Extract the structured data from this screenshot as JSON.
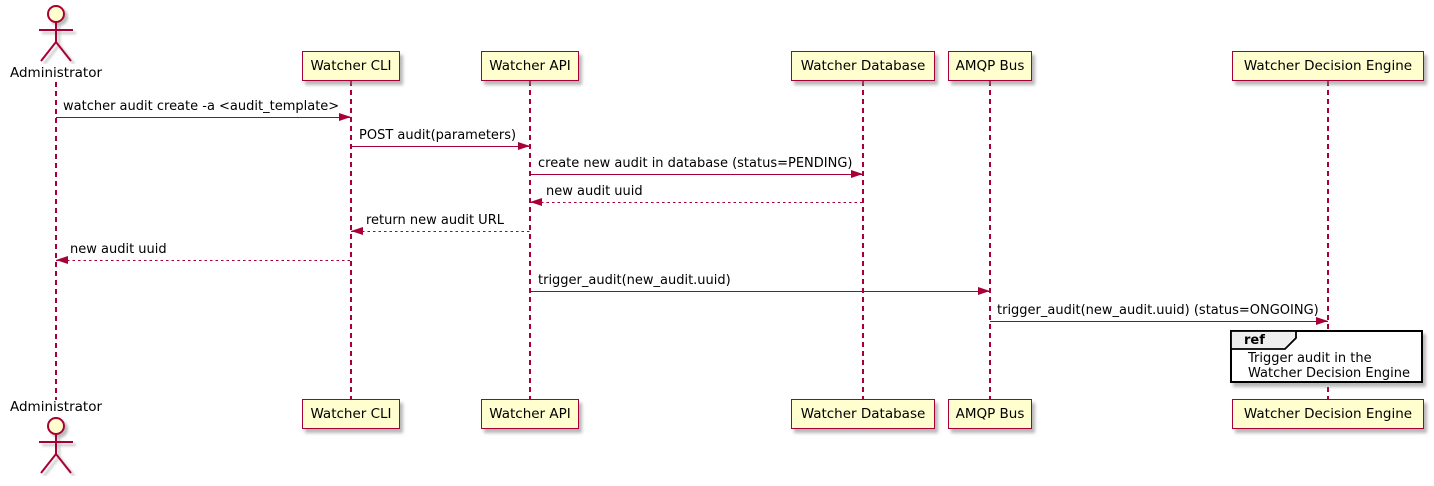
{
  "diagram": {
    "type": "sequence-diagram",
    "actor": {
      "name": "Administrator"
    },
    "participants": [
      "Watcher CLI",
      "Watcher API",
      "Watcher Database",
      "AMQP Bus",
      "Watcher Decision Engine"
    ],
    "messages": [
      {
        "from": "Administrator",
        "to": "Watcher CLI",
        "style": "solid",
        "text": "watcher audit create -a <audit_template>"
      },
      {
        "from": "Watcher CLI",
        "to": "Watcher API",
        "style": "solid",
        "text": "POST audit(parameters)"
      },
      {
        "from": "Watcher API",
        "to": "Watcher Database",
        "style": "solid",
        "text": "create new audit in database (status=PENDING)"
      },
      {
        "from": "Watcher Database",
        "to": "Watcher API",
        "style": "dotted",
        "text": "new audit uuid"
      },
      {
        "from": "Watcher API",
        "to": "Watcher CLI",
        "style": "dotted",
        "text": "return new audit URL"
      },
      {
        "from": "Watcher CLI",
        "to": "Administrator",
        "style": "dotted",
        "text": "new audit uuid"
      },
      {
        "from": "Watcher API",
        "to": "AMQP Bus",
        "style": "solid",
        "text": "trigger_audit(new_audit.uuid)"
      },
      {
        "from": "AMQP Bus",
        "to": "Watcher Decision Engine",
        "style": "solid",
        "text": "trigger_audit(new_audit.uuid) (status=ONGOING)"
      }
    ],
    "ref_fragment": {
      "label": "ref",
      "lines": [
        "Trigger audit in the",
        "Watcher Decision Engine"
      ]
    },
    "colors": {
      "participant_fill": "#FEFECE",
      "stroke": "#A80036",
      "text": "#000000",
      "ref_border": "#000000",
      "ref_tab_fill": "#EEEEEE",
      "background": "#FFFFFF"
    }
  }
}
